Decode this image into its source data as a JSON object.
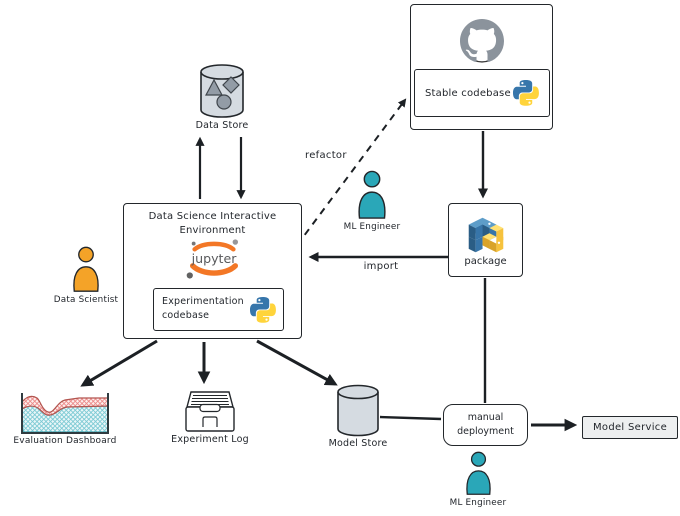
{
  "nodes": {
    "data_store": {
      "label": "Data Store"
    },
    "ds_env": {
      "title1": "Data Science Interactive",
      "title2": "Environment",
      "jupyter_wordmark": "jupyter"
    },
    "experimentation_codebase": {
      "line1": "Experimentation",
      "line2": "codebase"
    },
    "stable_codebase": {
      "label": "Stable codebase"
    },
    "package": {
      "label": "package"
    },
    "evaluation_dashboard": {
      "label": "Evaluation Dashboard"
    },
    "experiment_log": {
      "label": "Experiment Log"
    },
    "model_store": {
      "label": "Model Store"
    },
    "manual_deployment": {
      "line1": "manual",
      "line2": "deployment"
    },
    "model_service": {
      "label": "Model Service"
    }
  },
  "actors": {
    "data_scientist": {
      "label": "Data Scientist",
      "color": "#f4a328"
    },
    "ml_engineer_top": {
      "label": "ML Engineer",
      "color": "#2aa7b8"
    },
    "ml_engineer_bottom": {
      "label": "ML Engineer",
      "color": "#2aa7b8"
    }
  },
  "edges": {
    "refactor": {
      "label": "refactor"
    },
    "import": {
      "label": "import"
    },
    "connections": [
      {
        "from": "ds_env",
        "to": "data_store",
        "style": "arrow"
      },
      {
        "from": "data_store",
        "to": "ds_env",
        "style": "arrow"
      },
      {
        "from": "experimentation_codebase",
        "to": "stable_codebase",
        "style": "dashed-arrow",
        "label": "refactor"
      },
      {
        "from": "github_repo",
        "to": "package",
        "style": "arrow"
      },
      {
        "from": "package",
        "to": "ds_env",
        "style": "arrow",
        "label": "import"
      },
      {
        "from": "package",
        "to": "manual_deployment",
        "style": "line"
      },
      {
        "from": "ds_env",
        "to": "evaluation_dashboard",
        "style": "arrow"
      },
      {
        "from": "ds_env",
        "to": "experiment_log",
        "style": "arrow"
      },
      {
        "from": "ds_env",
        "to": "model_store",
        "style": "arrow"
      },
      {
        "from": "model_store",
        "to": "manual_deployment",
        "style": "line"
      },
      {
        "from": "manual_deployment",
        "to": "model_service",
        "style": "arrow"
      }
    ]
  },
  "icons": {
    "github": "github-octocat-icon",
    "python": "python-logo-icon",
    "pypi": "pypi-package-cubes-icon",
    "jupyter": "jupyter-logo-icon",
    "data_store": "database-cylinder-icon",
    "model_store": "database-cylinder-icon",
    "experiment_log": "card-catalog-drawer-icon",
    "evaluation_dashboard": "stacked-area-chart-icon",
    "person": "person-icon"
  },
  "colors": {
    "ink": "#23272b",
    "data_scientist_orange": "#f4a328",
    "ml_engineer_teal": "#2aa7b8",
    "python_blue": "#3776ab",
    "python_yellow": "#ffd43b",
    "jupyter_orange": "#f37726",
    "github_gray": "#8b939c",
    "cylinder_gray": "#d5dbe1",
    "model_service_bg": "#edeff0",
    "eval_red": "#ec8a8a",
    "eval_teal": "#7ccad4"
  }
}
